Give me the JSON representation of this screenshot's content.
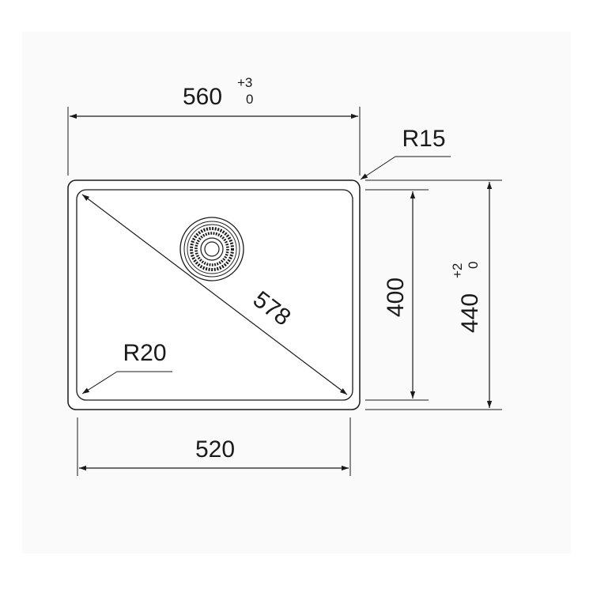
{
  "drawing": {
    "outer_width": {
      "value": "560",
      "tol_upper": "+3",
      "tol_lower": "0"
    },
    "outer_height": {
      "value": "440",
      "tol_upper": "+2",
      "tol_lower": "0"
    },
    "outer_radius": "R15",
    "inner_width": "520",
    "inner_height": "400",
    "inner_radius": "R20",
    "diagonal": "578"
  },
  "colors": {
    "line": "#1a1a1a",
    "background": "#ffffff",
    "panel": "#ededed"
  },
  "icons": {
    "drain": "drain-strainer-icon"
  }
}
